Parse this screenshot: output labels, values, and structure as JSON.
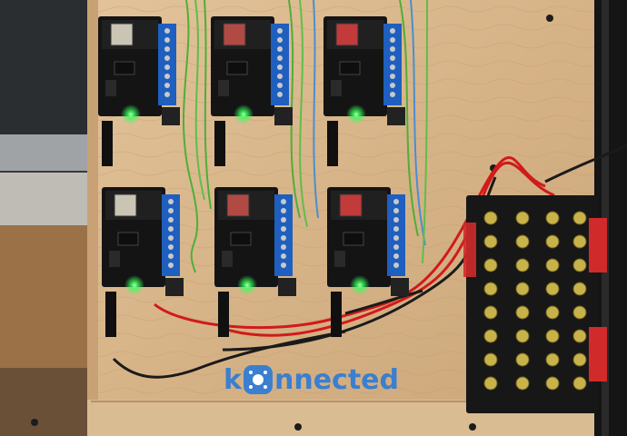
{
  "scene": {
    "description_tags": [
      "plywood-panel",
      "esp8266-boards",
      "relay-shields",
      "terminal-blocks",
      "wires"
    ],
    "boards": [
      {
        "id": "board-1",
        "chip_color": "#c9c4b4"
      },
      {
        "id": "board-2",
        "chip_color": "#b24a44"
      },
      {
        "id": "board-3",
        "chip_color": "#c23a3a"
      },
      {
        "id": "board-4",
        "chip_color": "#c9c4b4"
      },
      {
        "id": "board-5",
        "chip_color": "#b24a44"
      },
      {
        "id": "board-6",
        "chip_color": "#c23a3a"
      }
    ],
    "terminal_rows": 8,
    "colors": {
      "plywood": "#d6b48a",
      "pcb": "#1a1a1a",
      "terminal_blue": "#1f5fbf",
      "led_green": "#36ff5a",
      "wire_red": "#d11a1a",
      "wire_green": "#4fae3a",
      "terminal_red": "#d12a2a"
    }
  },
  "logo": {
    "text_left": "k",
    "text_right": "nnected",
    "color": "#3a7fd0"
  }
}
